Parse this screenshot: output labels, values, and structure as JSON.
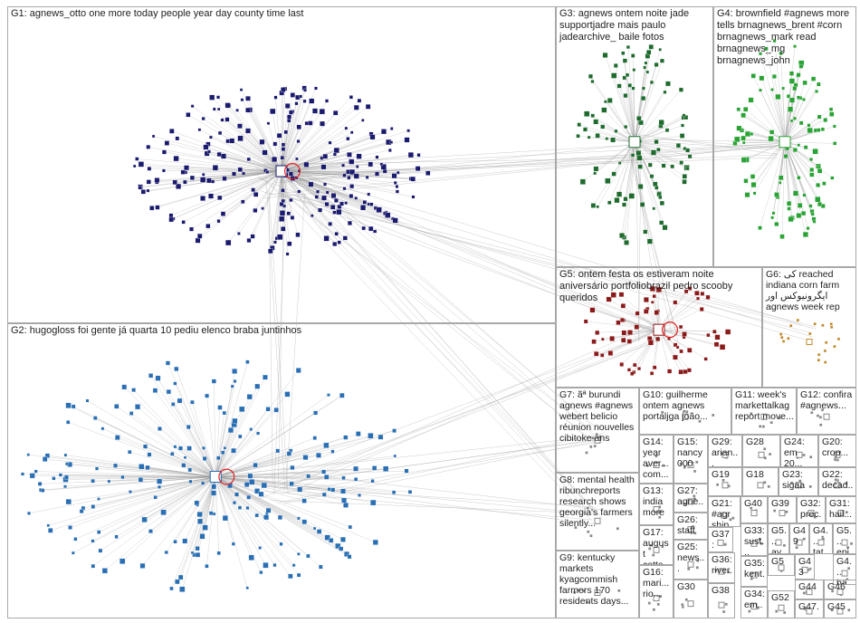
{
  "graph": {
    "groups": [
      {
        "id": "G1",
        "label": "G1: agnews_otto one more today people year day county time last",
        "node_color": "#1a1a6e",
        "node_count": 260,
        "hub_color": "#d22"
      },
      {
        "id": "G2",
        "label": "G2: hugogloss foi gente já quarta 10 pediu elenco braba juntinhos",
        "node_color": "#2a6fb4",
        "node_count": 230,
        "hub_color": "#d22"
      },
      {
        "id": "G3",
        "label": "G3: agnews ontem noite jade supportjadre mais paulo jadearchive_ baile fotos",
        "node_color": "#1f6b2e",
        "node_count": 110,
        "hub_color": "#777"
      },
      {
        "id": "G4",
        "label": "G4: brownfield #agnews more tells brnagnews_brent #corn brnagnews_mark read brnagnews_mg brnagnews_john",
        "node_color": "#2aa335",
        "node_count": 110,
        "hub_color": "#777"
      },
      {
        "id": "G5",
        "label": "G5: ontem festa os estiveram noite aniversário portfoliobrazil pedro scooby queridos",
        "node_color": "#8b1a1a",
        "node_count": 70,
        "hub_color": "#d22"
      },
      {
        "id": "G6",
        "label": "G6: کی reached indiana corn farm ایگرونیوکس اور agnews week rep",
        "node_color": "#c08a2a",
        "node_count": 18,
        "hub_color": "#d22"
      },
      {
        "id": "G7",
        "label": "G7: ãª burundi agnews #agnews webert belicio réunion nouvelles cibitoke ans",
        "node_color": "#888",
        "node_count": 6,
        "hub_color": "#888"
      },
      {
        "id": "G8",
        "label": "G8: mental health ribunchreports research shows georgia's farmers silently...",
        "node_color": "#888",
        "node_count": 5,
        "hub_color": "#888"
      },
      {
        "id": "G9",
        "label": "G9: kentucky markets kyagcommish farmers 170 residents days...",
        "node_color": "#888",
        "node_count": 5,
        "hub_color": "#888"
      },
      {
        "id": "G10",
        "label": "G10: guilherme ontem agnews portaljga joão...",
        "node_color": "#888",
        "node_count": 5,
        "hub_color": "#888"
      },
      {
        "id": "G11",
        "label": "G11: week's markettalkag report move...",
        "node_color": "#888",
        "node_count": 5,
        "hub_color": "#888"
      },
      {
        "id": "G12",
        "label": "G12: confira #agnews...",
        "node_color": "#888",
        "node_count": 5,
        "hub_color": "#888"
      },
      {
        "id": "G13",
        "label": "G13: india more",
        "node_color": "#888",
        "node_count": 4,
        "hub_color": "#888"
      },
      {
        "id": "G14",
        "label": "G14: year aver... com...",
        "node_color": "#888",
        "node_count": 4,
        "hub_color": "#888"
      },
      {
        "id": "G15",
        "label": "G15: nancy 000",
        "node_color": "#888",
        "node_count": 4,
        "hub_color": "#888"
      },
      {
        "id": "G16",
        "label": "G16: mari... rio...",
        "node_color": "#888",
        "node_count": 4,
        "hub_color": "#888"
      },
      {
        "id": "G17",
        "label": "G17: august cotta...",
        "node_color": "#888",
        "node_count": 4,
        "hub_color": "#888"
      },
      {
        "id": "G18",
        "label": "G18",
        "node_color": "#888",
        "node_count": 3,
        "hub_color": "#888"
      },
      {
        "id": "G19",
        "label": "G19",
        "node_color": "#888",
        "node_count": 3,
        "hub_color": "#888"
      },
      {
        "id": "G20",
        "label": "G20: crop...",
        "node_color": "#888",
        "node_count": 3,
        "hub_color": "#888"
      },
      {
        "id": "G21",
        "label": "G21: #agr ship...",
        "node_color": "#888",
        "node_count": 3,
        "hub_color": "#888"
      },
      {
        "id": "G22",
        "label": "G22: decad...",
        "node_color": "#888",
        "node_count": 3,
        "hub_color": "#888"
      },
      {
        "id": "G23",
        "label": "G23: sigaa",
        "node_color": "#888",
        "node_count": 3,
        "hub_color": "#888"
      },
      {
        "id": "G24",
        "label": "G24: em 20...",
        "node_color": "#888",
        "node_count": 3,
        "hub_color": "#888"
      },
      {
        "id": "G25",
        "label": "G25: news...",
        "node_color": "#888",
        "node_count": 3,
        "hub_color": "#888"
      },
      {
        "id": "G26",
        "label": "G26: staff",
        "node_color": "#888",
        "node_count": 3,
        "hub_color": "#888"
      },
      {
        "id": "G27",
        "label": "G27: agne...",
        "node_color": "#888",
        "node_count": 3,
        "hub_color": "#888"
      },
      {
        "id": "G28",
        "label": "G28",
        "node_color": "#888",
        "node_count": 3,
        "hub_color": "#888"
      },
      {
        "id": "G29",
        "label": "G29: arian...",
        "node_color": "#888",
        "node_count": 3,
        "hub_color": "#888"
      },
      {
        "id": "G30",
        "label": "G30",
        "node_color": "#888",
        "node_count": 3,
        "hub_color": "#888"
      },
      {
        "id": "G31",
        "label": "G31: hail...",
        "node_color": "#888",
        "node_count": 2,
        "hub_color": "#888"
      },
      {
        "id": "G32",
        "label": "G32: prec...",
        "node_color": "#888",
        "node_count": 2,
        "hub_color": "#888"
      },
      {
        "id": "G33",
        "label": "G33: sust...",
        "node_color": "#888",
        "node_count": 2,
        "hub_color": "#888"
      },
      {
        "id": "G34",
        "label": "G34: em...",
        "node_color": "#888",
        "node_count": 2,
        "hub_color": "#888"
      },
      {
        "id": "G35",
        "label": "G35: kent...",
        "node_color": "#888",
        "node_count": 2,
        "hub_color": "#888"
      },
      {
        "id": "G36",
        "label": "G36: river...",
        "node_color": "#888",
        "node_count": 2,
        "hub_color": "#888"
      },
      {
        "id": "G37",
        "label": "G37: world",
        "node_color": "#888",
        "node_count": 2,
        "hub_color": "#888"
      },
      {
        "id": "G38",
        "label": "G38",
        "node_color": "#888",
        "node_count": 2,
        "hub_color": "#888"
      },
      {
        "id": "G39",
        "label": "G39",
        "node_color": "#888",
        "node_count": 2,
        "hub_color": "#888"
      },
      {
        "id": "G40",
        "label": "G40",
        "node_color": "#888",
        "node_count": 2,
        "hub_color": "#888"
      },
      {
        "id": "G41",
        "label": "G4... tat...",
        "node_color": "#888",
        "node_count": 2,
        "hub_color": "#888"
      },
      {
        "id": "G42",
        "label": "G4... ba...",
        "node_color": "#888",
        "node_count": 2,
        "hub_color": "#888"
      },
      {
        "id": "G43",
        "label": "G43",
        "node_color": "#888",
        "node_count": 2,
        "hub_color": "#888"
      },
      {
        "id": "G44",
        "label": "G44",
        "node_color": "#888",
        "node_count": 2,
        "hub_color": "#888"
      },
      {
        "id": "G45",
        "label": "G45",
        "node_color": "#888",
        "node_count": 2,
        "hub_color": "#888"
      },
      {
        "id": "G46",
        "label": "G46",
        "node_color": "#888",
        "node_count": 2,
        "hub_color": "#888"
      },
      {
        "id": "G47",
        "label": "G47...",
        "node_color": "#888",
        "node_count": 2,
        "hub_color": "#888"
      },
      {
        "id": "G49",
        "label": "G49",
        "node_color": "#888",
        "node_count": 2,
        "hub_color": "#888"
      },
      {
        "id": "G50",
        "label": "G5... ay...",
        "node_color": "#888",
        "node_count": 2,
        "hub_color": "#888"
      },
      {
        "id": "G51",
        "label": "G5... epi...",
        "node_color": "#888",
        "node_count": 2,
        "hub_color": "#888"
      },
      {
        "id": "G52",
        "label": "G52",
        "node_color": "#888",
        "node_count": 2,
        "hub_color": "#888"
      },
      {
        "id": "G5x",
        "label": "G5",
        "node_color": "#888",
        "node_count": 2,
        "hub_color": "#888"
      }
    ],
    "cross_edges": [
      {
        "from": "G1",
        "to": "G3"
      },
      {
        "from": "G1",
        "to": "G4"
      },
      {
        "from": "G1",
        "to": "G5"
      },
      {
        "from": "G1",
        "to": "G2"
      },
      {
        "from": "G1",
        "to": "G6"
      },
      {
        "from": "G1",
        "to": "G7"
      },
      {
        "from": "G2",
        "to": "G5"
      },
      {
        "from": "G2",
        "to": "G7"
      },
      {
        "from": "G2",
        "to": "G8"
      },
      {
        "from": "G3",
        "to": "G4"
      },
      {
        "from": "G5",
        "to": "G3"
      },
      {
        "from": "G1",
        "to": "G8"
      }
    ],
    "colors": {
      "panel_border": "#a8a8a8",
      "edge": "#9a9a9a",
      "self_loop": "#e02020",
      "background": "#ffffff"
    }
  }
}
